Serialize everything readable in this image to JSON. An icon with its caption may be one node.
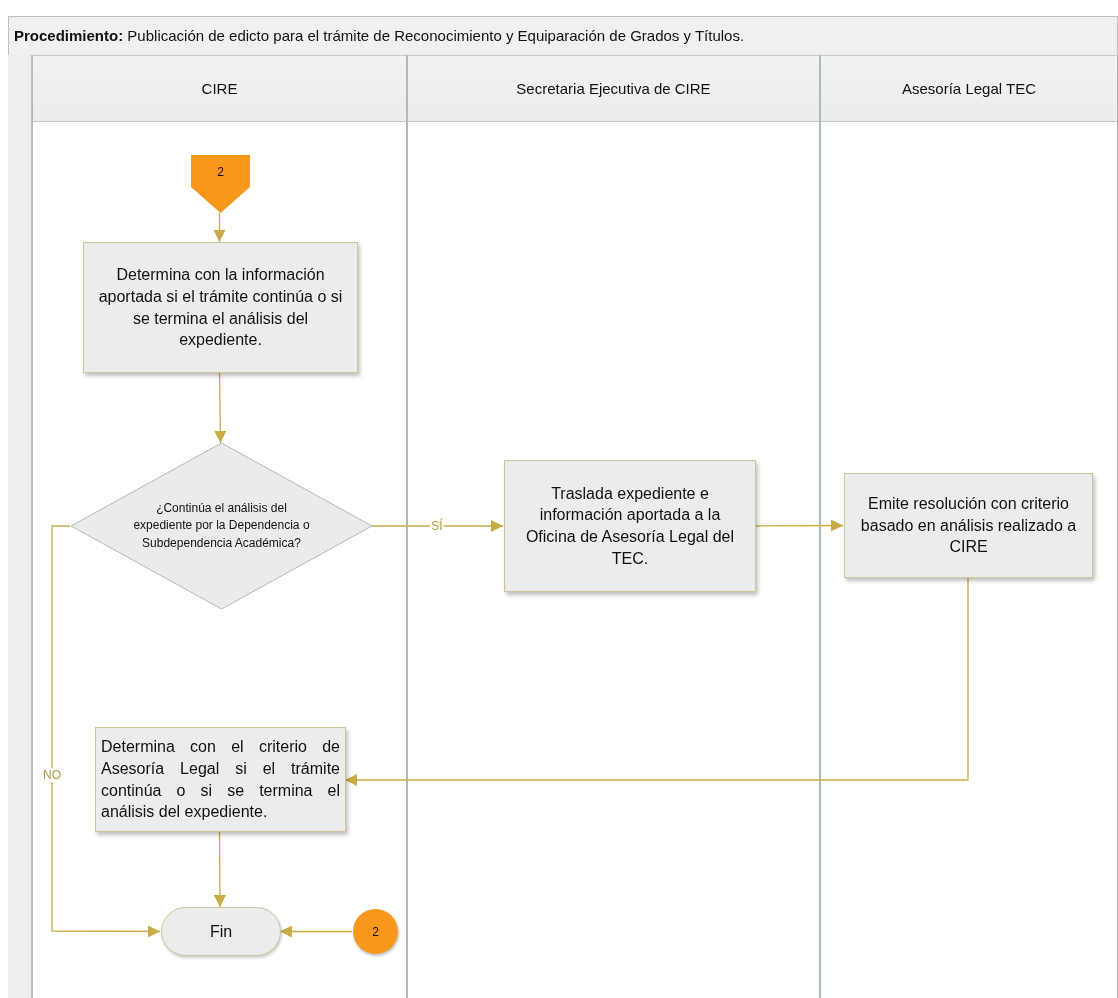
{
  "diagram": {
    "title": "**Procedimiento:**  Publicación de edicto para el trámite de Reconocimiento y Equiparación de Grados y Títulos.",
    "nodes": [
      {
        "text": [
          "CIRE"
        ]
      },
      {
        "text": [
          "Secretaria Ejecutiva de CIRE"
        ]
      },
      {
        "text": [
          "Asesoría Legal TEC"
        ]
      },
      {
        "text": [
          "2"
        ],
        "in": 0
      },
      {
        "text": [
          "Determina con la información aportada si el trámite continúa o si se termina el análisis del expediente."
        ],
        "in": 0
      },
      {
        "text": [
          "¿Continúa el análisis del expediente por la Dependencia o Subdependencia Académica?"
        ],
        "in": 0
      },
      {
        "text": [
          "Traslada expediente e información aportada a la Oficina de Asesoría Legal del TEC."
        ],
        "in": 1
      },
      {
        "text": [
          "Emite resolución con criterio basado en análisis realizado a CIRE"
        ],
        "in": 2
      },
      {
        "text": [
          "Determina con el criterio de Asesoría Legal si el trámite continúa o si se termina el análisis del expediente."
        ],
        "in": 0
      },
      {
        "text": [
          "Fin"
        ],
        "in": 0
      },
      {
        "text": [
          "2"
        ],
        "in": 0
      }
    ],
    "edges": [
      {
        "from": 3,
        "to": 4,
        "arrow": "to"
      },
      {
        "from": 4,
        "to": 5,
        "arrow": "to"
      },
      {
        "from": 5,
        "to": 6,
        "arrow": "to",
        "label": "SÍ"
      },
      {
        "from": 6,
        "to": 7,
        "arrow": "to"
      },
      {
        "from": 7,
        "to": 8,
        "arrow": "to"
      },
      {
        "from": 5,
        "to": 9,
        "arrow": "to",
        "label": "NO"
      },
      {
        "from": 8,
        "to": 9,
        "arrow": "to"
      },
      {
        "from": 10,
        "to": 9,
        "arrow": "to"
      }
    ]
  }
}
